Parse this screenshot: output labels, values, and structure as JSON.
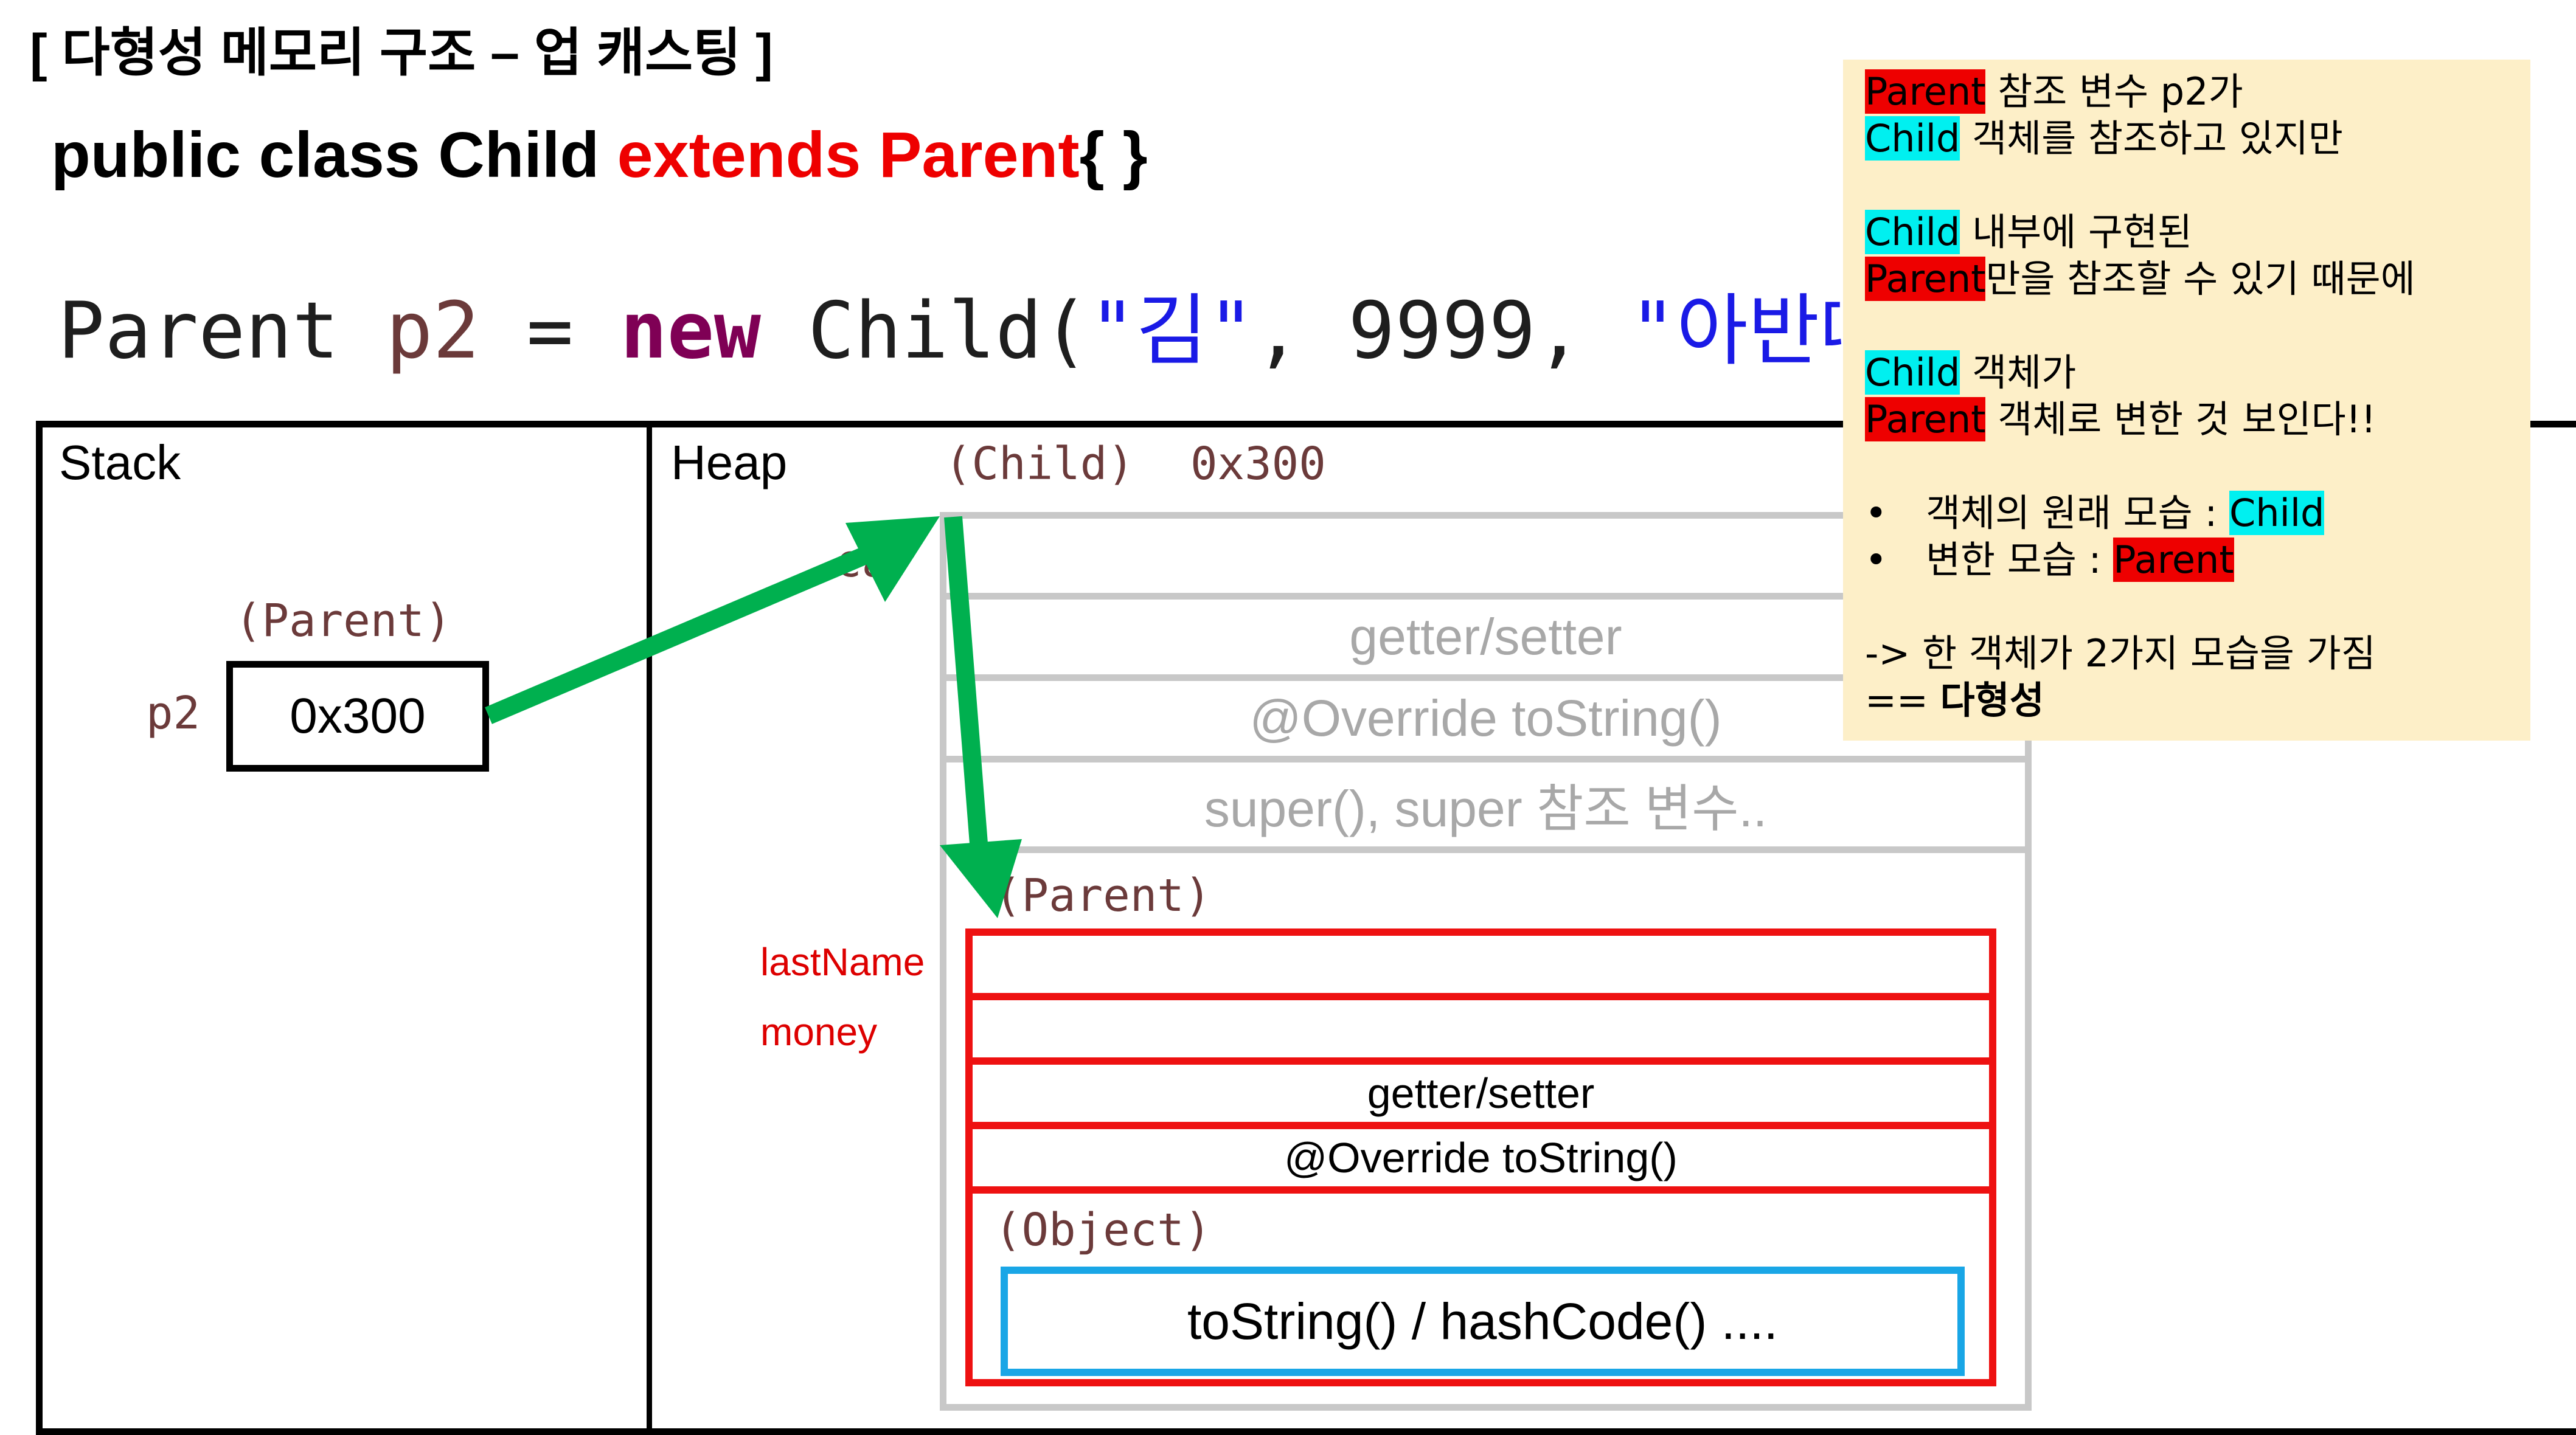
{
  "title": "[ 다형성 메모리 구조 – 업 캐스팅 ]",
  "class_declaration": {
    "prefix": "public class Child ",
    "keyword": "extends Parent",
    "suffix": "{  }"
  },
  "code": {
    "type": "Parent ",
    "var": "p2",
    "eq": " = ",
    "new_kw": "new",
    "ctor_open": " Child(",
    "arg1": "\"김\"",
    "sep1": ", 9999, ",
    "arg3": "\"아반떼\"",
    "close": ");"
  },
  "stack": {
    "label": "Stack",
    "type_label": "(Parent)",
    "var_name": "p2",
    "value": "0x300"
  },
  "heap": {
    "label": "Heap",
    "child_type": "(Child)",
    "address": "0x300",
    "car_label": "car",
    "child_rows": [
      "",
      "getter/setter",
      "@Override toString()",
      "super(), super 참조 변수.."
    ],
    "parent_type": "(Parent)",
    "field_labels": [
      "lastName",
      "money"
    ],
    "parent_rows": [
      "",
      "",
      "getter/setter",
      "@Override toString()"
    ],
    "object_type": "(Object)",
    "object_methods": "toString() / hashCode() ...."
  },
  "note": {
    "l1_hl": "Parent",
    "l1_rest": " 참조 변수 p2가",
    "l2_hl": "Child",
    "l2_rest": " 객체를 참조하고 있지만",
    "l3_hl": "Child",
    "l3_rest": " 내부에 구현된",
    "l4_hl": "Parent",
    "l4_rest": "만을 참조할 수 있기 때문에",
    "l5_hl": "Child",
    "l5_rest": " 객체가",
    "l6_hl": "Parent",
    "l6_rest": " 객체로 변한 것 보인다!!",
    "b1_text": "객체의 원래 모습 : ",
    "b1_hl": "Child",
    "b2_text": "변한 모습 : ",
    "b2_hl": "Parent",
    "l9": "-> 한 객체가 2가지 모습을 가짐",
    "l10_prefix": " == ",
    "l10_bold": "다형성"
  },
  "colors": {
    "keyword_red": "#ee0000",
    "arrow_green": "#00b04f",
    "highlight_cyan": "#00f0f0",
    "note_bg": "#fdefc8",
    "parent_box_red": "#ee1111",
    "object_box_blue": "#19a6e6"
  }
}
